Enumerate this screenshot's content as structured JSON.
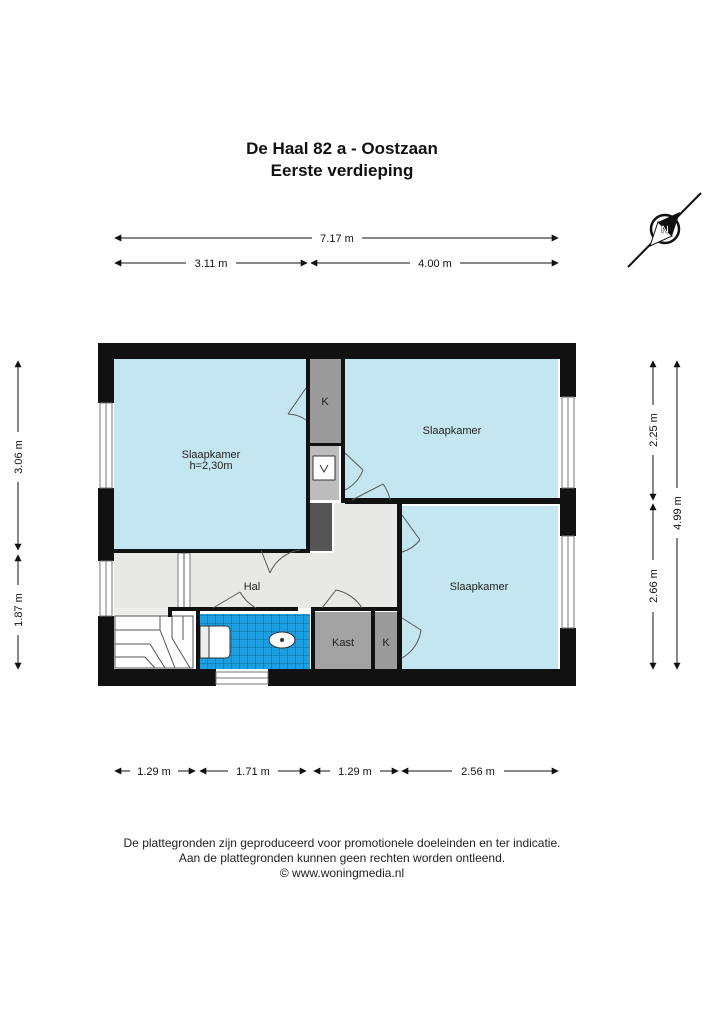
{
  "header": {
    "title": "De Haal 82 a - Oostzaan",
    "subtitle": "Eerste verdieping"
  },
  "dimensions": {
    "total_width": "7.17 m",
    "top_left": "3.11 m",
    "top_right": "4.00 m",
    "left_upper": "3.06 m",
    "left_lower": "1.87 m",
    "right_upper": "2.25 m",
    "right_lower": "2.66 m",
    "right_total": "4.99 m",
    "bottom_1": "1.29 m",
    "bottom_2": "1.71 m",
    "bottom_3": "1.29 m",
    "bottom_4": "2.56 m"
  },
  "rooms": {
    "slaapkamer_1": "Slaapkamer",
    "slaapkamer_1_height": "h=2,30m",
    "slaapkamer_2": "Slaapkamer",
    "slaapkamer_3": "Slaapkamer",
    "hal": "Hal",
    "kast": "Kast",
    "k_upper": "K",
    "k_lower": "K"
  },
  "compass": {
    "icon": "north-arrow-icon",
    "letter": "N"
  },
  "colors": {
    "bedroom": "#c4e6f1",
    "hall": "#e8e8e6",
    "closet": "#9b9b9b",
    "bathroom_tile": "#1d9ee0",
    "wall": "#111111"
  },
  "footer": {
    "line1": "De plattegronden zijn geproduceerd voor promotionele doeleinden en ter indicatie.",
    "line2": "Aan de plattegronden kunnen geen rechten worden ontleend.",
    "line3": "© www.woningmedia.nl"
  }
}
